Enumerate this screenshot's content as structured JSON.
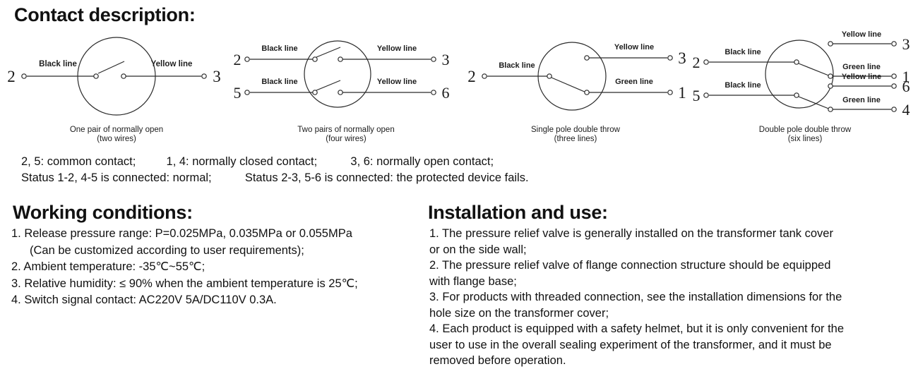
{
  "headings": {
    "contact": "Contact description:",
    "working": "Working conditions:",
    "installation": "Installation and use:"
  },
  "diagrams": [
    {
      "id": "one-pair-normally-open",
      "caption_line1": "One pair of normally open",
      "caption_line2": "(two wires)",
      "left_terminals": [
        {
          "number": "2",
          "label": "Black line"
        }
      ],
      "right_terminals": [
        {
          "number": "3",
          "label": "Yellow line"
        }
      ]
    },
    {
      "id": "two-pairs-normally-open",
      "caption_line1": "Two pairs of normally open",
      "caption_line2": "(four wires)",
      "left_terminals": [
        {
          "number": "2",
          "label": "Black line"
        },
        {
          "number": "5",
          "label": "Black line"
        }
      ],
      "right_terminals": [
        {
          "number": "3",
          "label": "Yellow line"
        },
        {
          "number": "6",
          "label": "Yellow line"
        }
      ]
    },
    {
      "id": "single-pole-double-throw",
      "caption_line1": "Single pole double throw",
      "caption_line2": "(three lines)",
      "left_terminals": [
        {
          "number": "2",
          "label": "Black line"
        }
      ],
      "right_terminals": [
        {
          "number": "3",
          "label": "Yellow line"
        },
        {
          "number": "1",
          "label": "Green line"
        }
      ]
    },
    {
      "id": "double-pole-double-throw",
      "caption_line1": "Double pole double throw",
      "caption_line2": "(six lines)",
      "left_terminals": [
        {
          "number": "2",
          "label": "Black line"
        },
        {
          "number": "5",
          "label": "Black line"
        }
      ],
      "right_terminals": [
        {
          "number": "3",
          "label": "Yellow line"
        },
        {
          "number": "1",
          "label": "Green line"
        },
        {
          "number": "6",
          "label": "Yellow line"
        },
        {
          "number": "4",
          "label": "Green line"
        }
      ]
    }
  ],
  "contact_legend": {
    "row1_part1": "2, 5: common contact;",
    "row1_part2": "1, 4: normally closed contact;",
    "row1_part3": "3, 6: normally open contact;",
    "row2_part1": "Status 1-2, 4-5 is connected: normal;",
    "row2_part2": "Status 2-3, 5-6 is connected: the protected device fails."
  },
  "working_conditions": {
    "item1": "1. Release pressure range: P=0.025MPa, 0.035MPa or 0.055MPa",
    "item1_sub": "(Can be customized according to user requirements);",
    "item2": "2. Ambient temperature: -35℃~55℃;",
    "item3": "3. Relative humidity: ≤ 90% when the ambient temperature is 25℃;",
    "item4": "4. Switch signal contact: AC220V 5A/DC110V 0.3A."
  },
  "installation_and_use": {
    "item1": "1. The pressure relief valve is generally installed on the transformer tank cover or on the side wall;",
    "item2": "2. The pressure relief valve of flange connection structure should be equipped with flange base;",
    "item3": "3. For products with threaded connection, see the installation dimensions for the hole size on the transformer cover;",
    "item4": "4. Each product is equipped with a safety helmet, but it is only convenient for the user to use in the overall sealing experiment of the transformer, and it must be removed before operation."
  },
  "style": {
    "stroke": "#2b2b2b",
    "text": "#111111",
    "background": "#ffffff"
  }
}
